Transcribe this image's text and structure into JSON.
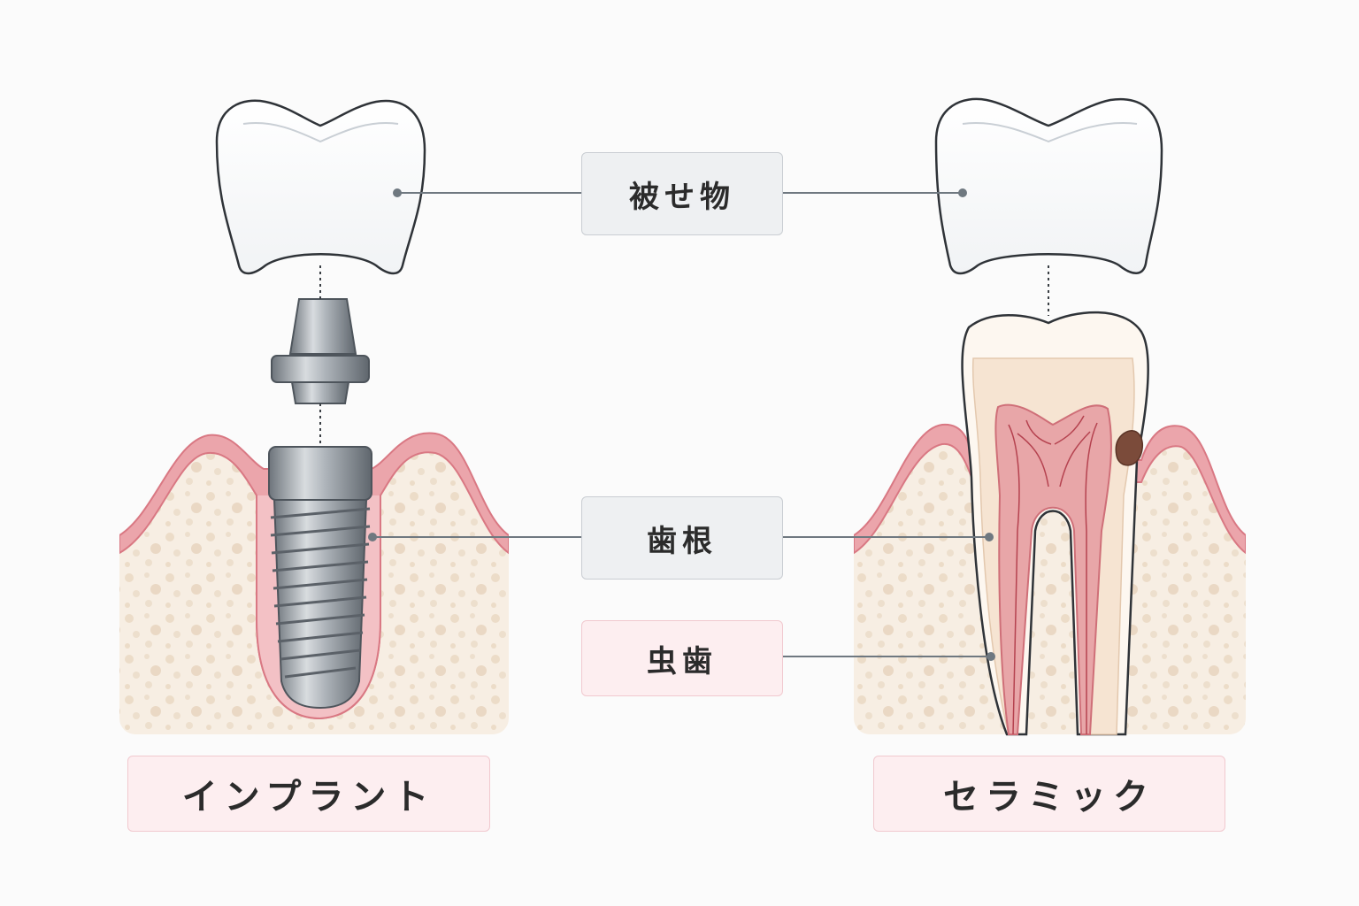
{
  "labels": {
    "crown": "被せ物",
    "root": "歯根",
    "caries": "虫歯",
    "implant": "インプラント",
    "ceramic": "セラミック"
  },
  "colors": {
    "gum": "#e79aa2",
    "gum_dark": "#d97883",
    "bone": "#f6ece0",
    "bone_dot": "#ead8c4",
    "metal": "#9aa1a8",
    "pulp": "#e8a6a8",
    "dentin": "#f6e4d2",
    "leader_line": "#6f7880",
    "neutral_box": "#eef0f2",
    "pink_box": "#fdeef0"
  },
  "icons": {
    "implant_crown": "molar-crown-icon",
    "abutment": "abutment-icon",
    "fixture": "implant-screw-icon",
    "ceramic_crown": "molar-crown-icon",
    "natural_tooth": "tooth-cross-section-icon",
    "decay": "caries-spot-icon"
  }
}
